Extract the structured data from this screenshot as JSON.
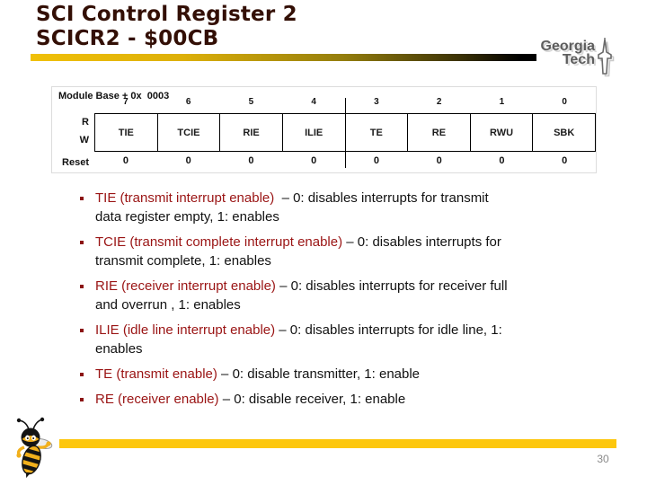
{
  "header": {
    "title_line1": "SCI Control Register 2",
    "title_line2": "SCICR2 - $00CB",
    "logo_line1": "Georgia",
    "logo_line2": "Tech"
  },
  "register_diagram": {
    "module_base_label": "Module Base + 0x  0003",
    "row_labels": {
      "read": "R",
      "write": "W",
      "reset": "Reset"
    },
    "bits": [
      {
        "num": "7",
        "field": "TIE",
        "reset": "0"
      },
      {
        "num": "6",
        "field": "TCIE",
        "reset": "0"
      },
      {
        "num": "5",
        "field": "RIE",
        "reset": "0"
      },
      {
        "num": "4",
        "field": "ILIE",
        "reset": "0"
      },
      {
        "num": "3",
        "field": "TE",
        "reset": "0"
      },
      {
        "num": "2",
        "field": "RE",
        "reset": "0"
      },
      {
        "num": "1",
        "field": "RWU",
        "reset": "0"
      },
      {
        "num": "0",
        "field": "SBK",
        "reset": "0"
      }
    ]
  },
  "bullets": [
    {
      "term": "TIE (transmit interrupt enable)",
      "after": "  – 0: disables interrupts for transmit",
      "line2": "data register empty, 1: enables"
    },
    {
      "term": "TCIE (transmit complete interrupt enable)",
      "after": " – 0: disables interrupts for",
      "line2": "transmit complete, 1: enables"
    },
    {
      "term": "RIE (receiver interrupt enable)",
      "after": " – 0: disables interrupts for receiver full",
      "line2": "and overrun , 1: enables"
    },
    {
      "term": "ILIE (idle line interrupt enable)",
      "after": " – 0: disables interrupts for idle line, 1:",
      "line2": "enables"
    },
    {
      "term": "TE (transmit enable)",
      "after": " – 0: disable transmitter, 1: enable",
      "line2": ""
    },
    {
      "term": "RE (receiver enable)",
      "after": " – 0: disable receiver, 1: enable",
      "line2": ""
    }
  ],
  "footer": {
    "page_number": "30"
  },
  "colors": {
    "title": "#330f05",
    "term_red": "#9a1414",
    "gold_bar": "#fdc70d",
    "gradient_gold": "#f0c008",
    "logo_gray": "#5e5e5e",
    "page_gray": "#8a8a8a"
  }
}
